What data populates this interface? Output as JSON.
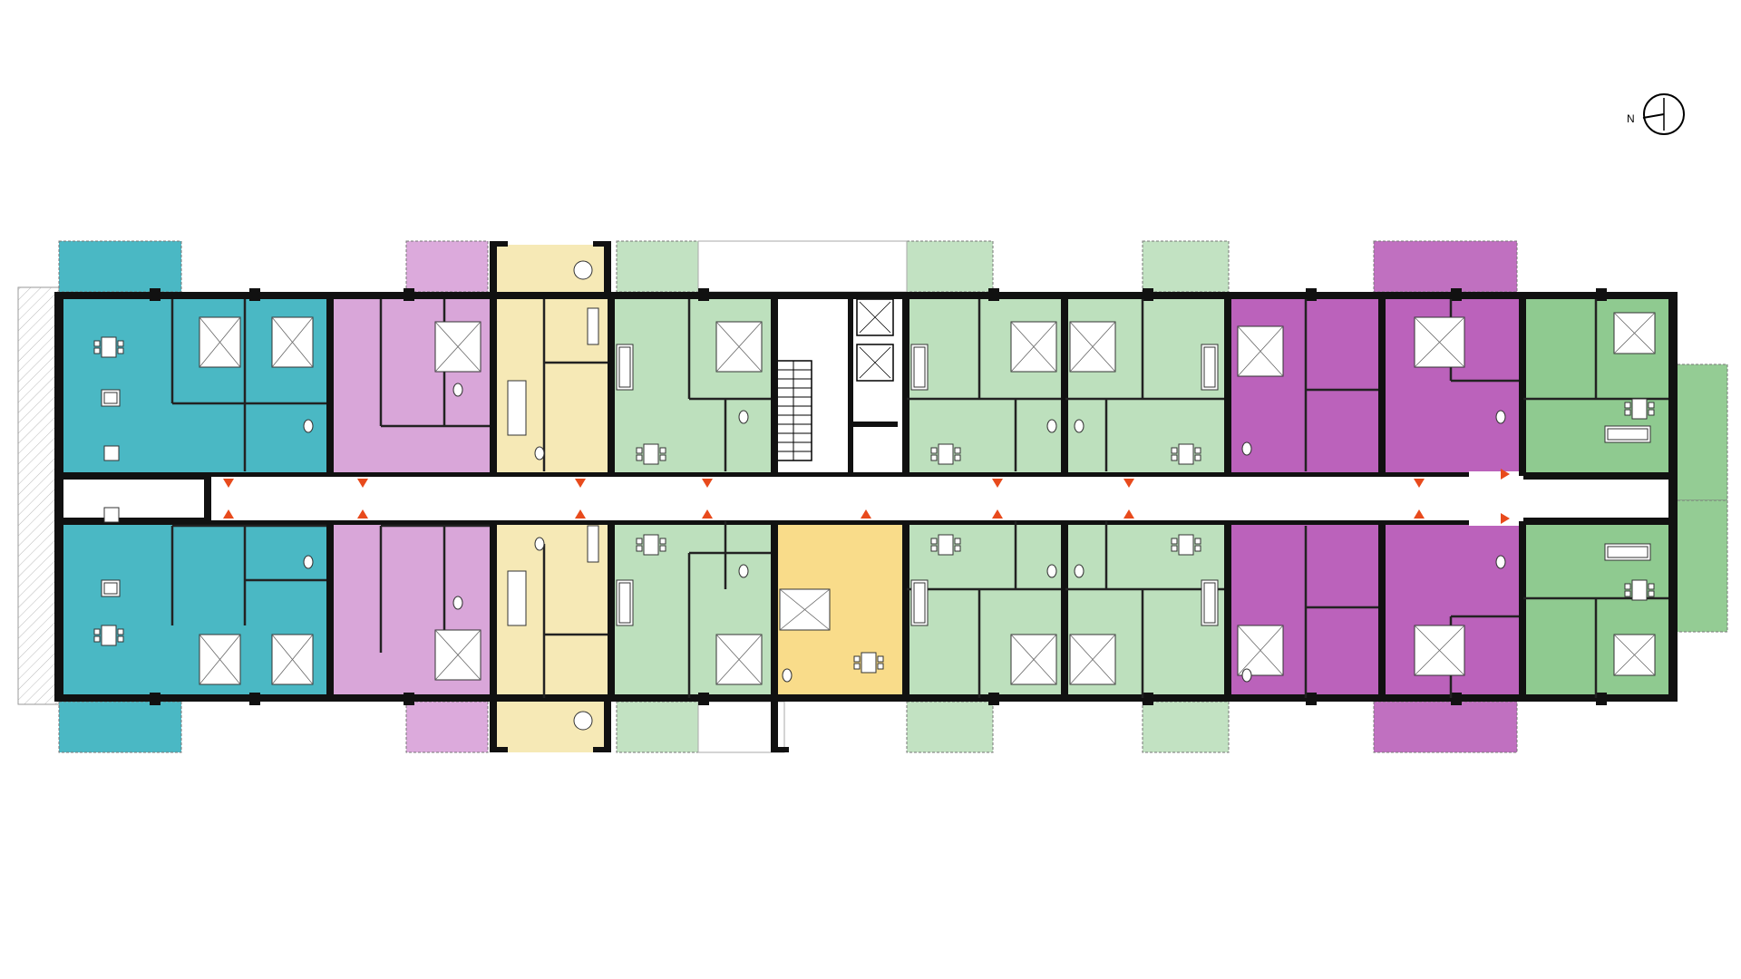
{
  "compass": {
    "label": "N",
    "icon": "north-arrow-icon"
  },
  "colors": {
    "wall": "#111111",
    "corridor": "#ffffff",
    "teal": "#4ab8c4",
    "teal_dark": "#3aa8b5",
    "lilac": "#d9a6d9",
    "magenta": "#bb62bb",
    "cream": "#f6e9b6",
    "yellow": "#f9dc8a",
    "mint": "#bde0bd",
    "green": "#8fca90",
    "balcony_teal": "#4ab8c4",
    "balcony_lilac": "#dcaadc",
    "balcony_magenta": "#c070c0",
    "balcony_mint": "#c2e2c2",
    "balcony_green": "#94cc94",
    "door_marker": "#e84a1c",
    "hatch": "#bbbbbb"
  },
  "units": [
    {
      "id": "teal-upper",
      "color_key": "teal"
    },
    {
      "id": "teal-lower",
      "color_key": "teal"
    },
    {
      "id": "lilac-upper",
      "color_key": "lilac"
    },
    {
      "id": "lilac-lower",
      "color_key": "lilac"
    },
    {
      "id": "cream-upper",
      "color_key": "cream"
    },
    {
      "id": "cream-lower",
      "color_key": "cream"
    },
    {
      "id": "mint-upper-1",
      "color_key": "mint"
    },
    {
      "id": "mint-lower-1",
      "color_key": "mint"
    },
    {
      "id": "yellow-lower",
      "color_key": "yellow"
    },
    {
      "id": "mint-upper-2",
      "color_key": "mint"
    },
    {
      "id": "mint-lower-2",
      "color_key": "mint"
    },
    {
      "id": "mint-upper-3",
      "color_key": "mint"
    },
    {
      "id": "mint-lower-3",
      "color_key": "mint"
    },
    {
      "id": "magenta-upper-1",
      "color_key": "magenta"
    },
    {
      "id": "magenta-lower-1",
      "color_key": "magenta"
    },
    {
      "id": "magenta-upper-2",
      "color_key": "magenta"
    },
    {
      "id": "magenta-lower-2",
      "color_key": "magenta"
    },
    {
      "id": "green-upper",
      "color_key": "green"
    },
    {
      "id": "green-lower",
      "color_key": "green"
    }
  ]
}
